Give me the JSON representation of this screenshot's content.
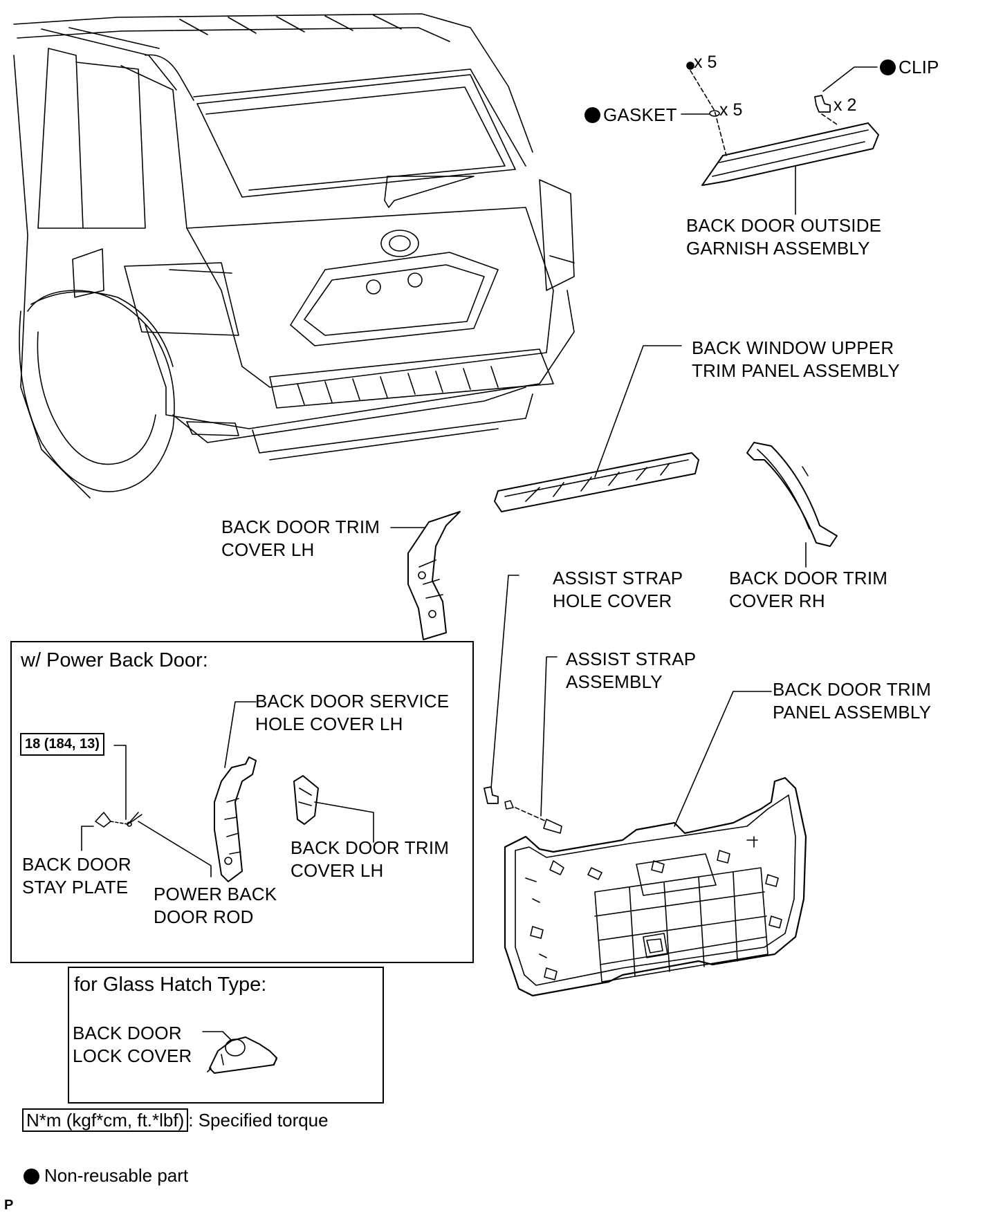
{
  "parts": {
    "back_door_outside_garnish": [
      "BACK DOOR OUTSIDE",
      "GARNISH ASSEMBLY"
    ],
    "clip": "CLIP",
    "gasket": "GASKET",
    "back_window_upper_trim": [
      "BACK WINDOW UPPER",
      "TRIM PANEL ASSEMBLY"
    ],
    "back_door_trim_cover_lh": [
      "BACK DOOR TRIM",
      "COVER LH"
    ],
    "back_door_trim_cover_rh": [
      "BACK DOOR TRIM",
      "COVER RH"
    ],
    "assist_strap_hole_cover": [
      "ASSIST STRAP",
      "HOLE COVER"
    ],
    "assist_strap_assembly": [
      "ASSIST STRAP",
      "ASSEMBLY"
    ],
    "back_door_trim_panel": [
      "BACK DOOR TRIM",
      "PANEL ASSEMBLY"
    ]
  },
  "quantities": {
    "nut_qty": "x 5",
    "gasket_qty": "x 5",
    "clip_qty": "x 2"
  },
  "power_back_door": {
    "title": "w/ Power Back Door:",
    "service_hole_cover": [
      "BACK DOOR SERVICE",
      "HOLE COVER LH"
    ],
    "torque": "18 (184, 13)",
    "trim_cover_lh": [
      "BACK DOOR TRIM",
      "COVER LH"
    ],
    "stay_plate": [
      "BACK DOOR",
      "STAY PLATE"
    ],
    "power_rod": [
      "POWER BACK",
      "DOOR ROD"
    ]
  },
  "glass_hatch": {
    "title": "for Glass Hatch Type:",
    "lock_cover": [
      "BACK DOOR",
      "LOCK COVER"
    ]
  },
  "legend": {
    "torque_unit": "N*m (kgf*cm, ft.*lbf)",
    "torque_desc": ": Specified torque",
    "nonreusable": "Non-reusable part"
  },
  "corner_mark": "P"
}
